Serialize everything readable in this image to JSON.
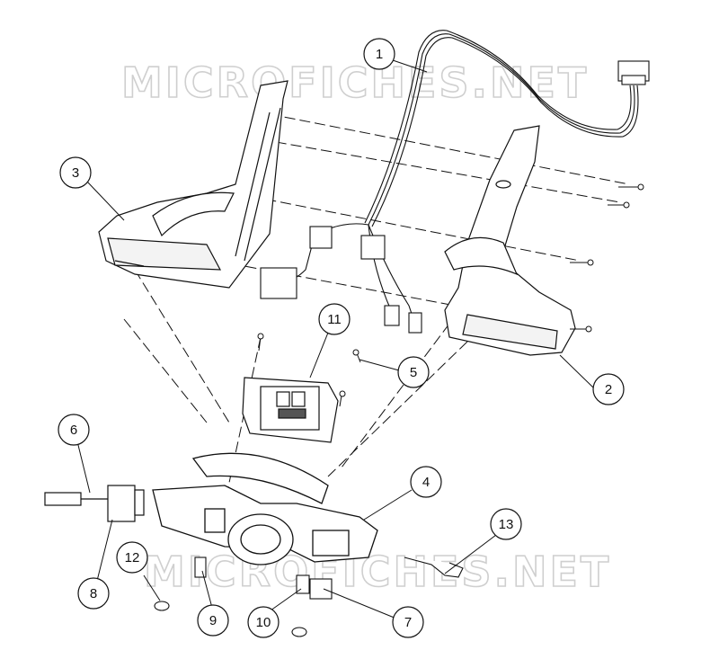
{
  "watermark": "MICROFICHES.NET",
  "callouts": [
    {
      "id": 1,
      "label": "1",
      "part": "wire-harness"
    },
    {
      "id": 2,
      "label": "2",
      "part": "right-shroud"
    },
    {
      "id": 3,
      "label": "3",
      "part": "left-shroud"
    },
    {
      "id": 4,
      "label": "4",
      "part": "dash-panel"
    },
    {
      "id": 5,
      "label": "5",
      "part": "screw"
    },
    {
      "id": 6,
      "label": "6",
      "part": "throttle-cable-end"
    },
    {
      "id": 7,
      "label": "7",
      "part": "rocker-switch-pair"
    },
    {
      "id": 8,
      "label": "8",
      "part": "choke-switch"
    },
    {
      "id": 9,
      "label": "9",
      "part": "rocker-switch"
    },
    {
      "id": 10,
      "label": "10",
      "part": "rivet"
    },
    {
      "id": 11,
      "label": "11",
      "part": "display-gauge"
    },
    {
      "id": 12,
      "label": "12",
      "part": "plug"
    },
    {
      "id": 13,
      "label": "13",
      "part": "ignition-key"
    }
  ],
  "colors": {
    "line": "#111111",
    "watermark": "#cfcfcf",
    "background": "#ffffff"
  }
}
